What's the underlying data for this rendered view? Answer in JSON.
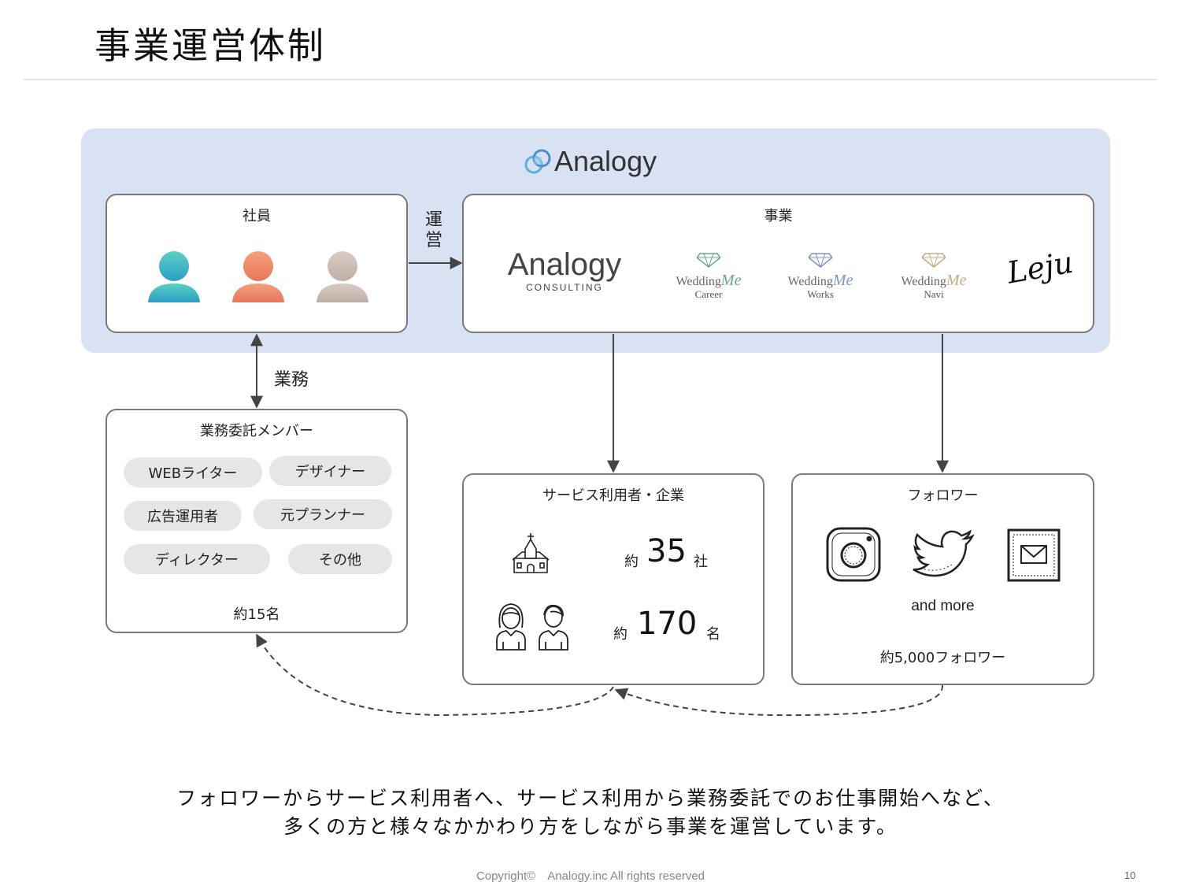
{
  "title": "事業運営体制",
  "company": {
    "name": "Analogy"
  },
  "staff": {
    "title": "社員"
  },
  "business": {
    "title": "事業",
    "brands": [
      {
        "main": "Analogy",
        "sub": "CONSULTING"
      },
      {
        "main": "Wedding",
        "accent": "Me",
        "sub": "Career"
      },
      {
        "main": "Wedding",
        "accent": "Me",
        "sub": "Works"
      },
      {
        "main": "Wedding",
        "accent": "Me",
        "sub": "Navi"
      },
      {
        "main": "Leju"
      }
    ]
  },
  "labels": {
    "operate": "運営",
    "work": "業務"
  },
  "members": {
    "title": "業務委託メンバー",
    "roles": [
      "WEBライター",
      "デザイナー",
      "広告運用者",
      "元プランナー",
      "ディレクター",
      "その他"
    ],
    "count": "約15名"
  },
  "users": {
    "title": "サービス利用者・企業",
    "companies": {
      "prefix": "約",
      "value": "35",
      "unit": "社"
    },
    "people": {
      "prefix": "約",
      "value": "170",
      "unit": "名"
    }
  },
  "followers": {
    "title": "フォロワー",
    "more": "and more",
    "count": "約5,000フォロワー"
  },
  "caption": {
    "line1": "フォロワーからサービス利用者へ、サービス利用から業務委託でのお仕事開始へなど、",
    "line2": "多くの方と様々なかかわり方をしながら事業を運営しています。"
  },
  "footer": {
    "copyright": "Copyright©　Analogy.inc  All rights reserved",
    "page": "10"
  },
  "colors": {
    "panel": "#d9e2f3",
    "person1": "#3fb3c4",
    "person2": "#ef8a6a",
    "person3": "#cdbfb6",
    "brand_career": "#6aa58c",
    "brand_works": "#7f93c9",
    "brand_navi": "#c9a98a"
  }
}
